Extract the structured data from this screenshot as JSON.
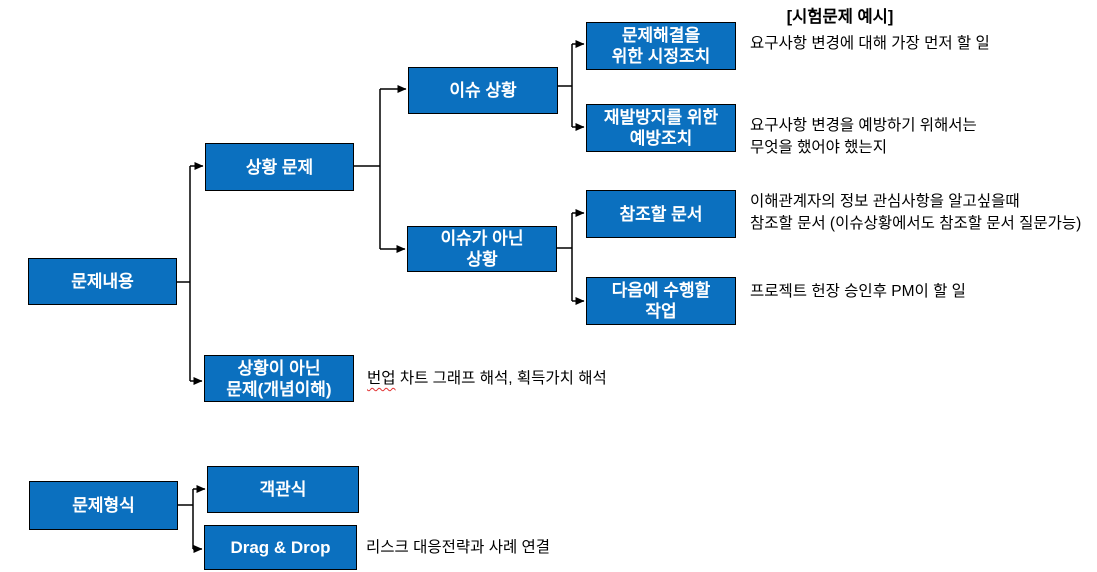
{
  "diagram": {
    "title": "[시험문제 예시]",
    "colors": {
      "box_fill": "#0b70bf",
      "box_border": "#000000",
      "box_text": "#ffffff",
      "connector": "#000000",
      "annotation_text": "#000000",
      "misspell_underline": "#e03030",
      "background": "#ffffff"
    }
  },
  "nodes": {
    "problem_content": {
      "line1": "문제내용"
    },
    "situational": {
      "line1": "상황 문제"
    },
    "non_situational": {
      "line1": "상황이 아닌",
      "line2": "문제(개념이해)"
    },
    "issue_situation": {
      "line1": "이슈 상황"
    },
    "non_issue_situation": {
      "line1": "이슈가 아닌",
      "line2": "상황"
    },
    "corrective_action": {
      "line1": "문제해결을",
      "line2": "위한 시정조치"
    },
    "preventive_action": {
      "line1": "재발방지를 위한",
      "line2": "예방조치"
    },
    "reference_document": {
      "line1": "참조할 문서"
    },
    "next_task": {
      "line1": "다음에 수행할",
      "line2": "작업"
    },
    "question_format": {
      "line1": "문제형식"
    },
    "multiple_choice": {
      "line1": "객관식"
    },
    "drag_and_drop": {
      "line1": "Drag & Drop"
    }
  },
  "annotations": {
    "corrective_note": "요구사항 변경에 대해 가장 먼저 할 일",
    "preventive_note_line1": "요구사항 변경을 예방하기 위해서는",
    "preventive_note_line2": "무엇을 했어야 했는지",
    "reference_note_line1": "이해관계자의 정보 관심사항을 알고싶을때",
    "reference_note_line2": "참조할 문서 (이슈상황에서도 참조할 문서 질문가능)",
    "next_task_note": "프로젝트 헌장 승인후 PM이 할 일",
    "concept_note_misspelled": "번업",
    "concept_note_rest": " 차트 그래프 해석, 획득가치 해석",
    "drag_drop_note": "리스크 대응전략과 사례 연결"
  }
}
